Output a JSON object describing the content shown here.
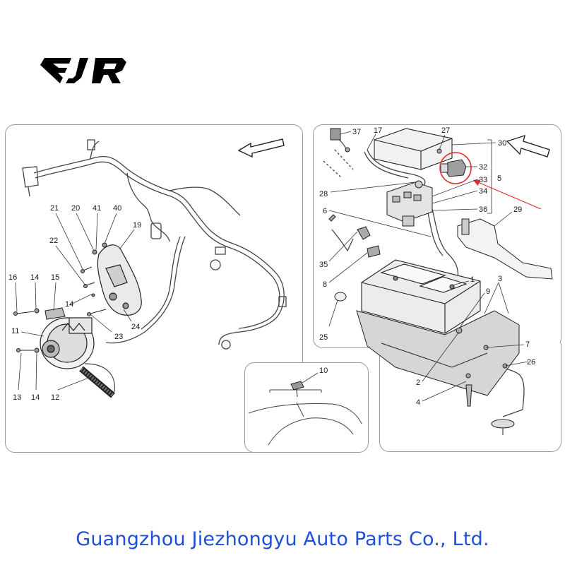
{
  "logo": {
    "text": "EJR"
  },
  "footer": {
    "company": "Guangzhou Jiezhongyu Auto Parts Co., Ltd."
  },
  "colors": {
    "highlight": "#e0312e",
    "footer_text": "#1f4fd6",
    "line": "#333333"
  },
  "callouts": {
    "left": [
      "16",
      "14",
      "15",
      "11",
      "13",
      "14",
      "12",
      "21",
      "20",
      "41",
      "40",
      "19",
      "22",
      "14",
      "23",
      "24"
    ],
    "right": [
      "37",
      "17",
      "27",
      "30",
      "28",
      "32",
      "33",
      "34",
      "36",
      "5",
      "29",
      "6",
      "35",
      "8",
      "1",
      "3",
      "9",
      "25",
      "7",
      "26",
      "2",
      "4"
    ],
    "inset": [
      "10"
    ]
  }
}
